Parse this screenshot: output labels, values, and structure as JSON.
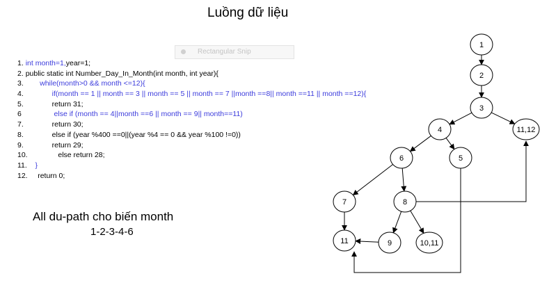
{
  "title": "Luồng dữ liệu",
  "snip_label": "Rectangular Snip",
  "code_lines": [
    {
      "num": "1.",
      "pre": " ",
      "kw": "int month=1,",
      "rest": "year=1;",
      "style": "mixed"
    },
    {
      "num": "2.",
      "pre": " ",
      "kw": "",
      "rest": "public static int Number_Day_In_Month(int month, int year){",
      "style": "plain"
    },
    {
      "num": "3.",
      "pre": "        ",
      "kw": "while(month>0 && month <=12){",
      "rest": "",
      "style": "mixed"
    },
    {
      "num": "4.",
      "pre": "              ",
      "kw": "if(month == 1 || month == 3 || month == 5 || month == 7 ||month ==8|| month ==11 || month ==12){",
      "rest": "",
      "style": "mixed"
    },
    {
      "num": "5.",
      "pre": "              ",
      "kw": "",
      "rest": "return 31;",
      "style": "plain"
    },
    {
      "num": "6",
      "pre": "                ",
      "kw": "else if (month == 4||month ==6 || month == 9|| month==11)",
      "rest": "",
      "style": "mixed"
    },
    {
      "num": "7.",
      "pre": "              ",
      "kw": "",
      "rest": "return 30;",
      "style": "plain"
    },
    {
      "num": "8.",
      "pre": "              ",
      "kw": "",
      "rest": "else if (year %400 ==0||(year %4 == 0 && year %100 !=0))",
      "style": "plain"
    },
    {
      "num": "9.",
      "pre": "              ",
      "kw": "",
      "rest": "return 29;",
      "style": "plain"
    },
    {
      "num": "10.",
      "pre": "               ",
      "kw": "",
      "rest": "else return 28;",
      "style": "plain"
    },
    {
      "num": "11.",
      "pre": "    ",
      "kw": "}",
      "rest": "",
      "style": "mixed"
    },
    {
      "num": "12.",
      "pre": "     ",
      "kw": "",
      "rest": "return 0;",
      "style": "plain"
    }
  ],
  "caption_line1": "All du-path cho biến month",
  "caption_line2": "1-2-3-4-6",
  "graph": {
    "nodes": [
      {
        "id": "n1",
        "label": "1"
      },
      {
        "id": "n2",
        "label": "2"
      },
      {
        "id": "n3",
        "label": "3"
      },
      {
        "id": "n4",
        "label": "4"
      },
      {
        "id": "n1112",
        "label": "11,12"
      },
      {
        "id": "n6",
        "label": "6"
      },
      {
        "id": "n5",
        "label": "5"
      },
      {
        "id": "n7",
        "label": "7"
      },
      {
        "id": "n8",
        "label": "8"
      },
      {
        "id": "n11",
        "label": "11"
      },
      {
        "id": "n9",
        "label": "9"
      },
      {
        "id": "n1011",
        "label": "10,11"
      }
    ],
    "edges": [
      {
        "from": "n1",
        "to": "n2"
      },
      {
        "from": "n2",
        "to": "n3"
      },
      {
        "from": "n3",
        "to": "n4"
      },
      {
        "from": "n3",
        "to": "n1112"
      },
      {
        "from": "n4",
        "to": "n6"
      },
      {
        "from": "n4",
        "to": "n5"
      },
      {
        "from": "n6",
        "to": "n7"
      },
      {
        "from": "n6",
        "to": "n8"
      },
      {
        "from": "n7",
        "to": "n11"
      },
      {
        "from": "n8",
        "to": "n9"
      },
      {
        "from": "n8",
        "to": "n1011"
      },
      {
        "from": "n9",
        "to": "n11"
      },
      {
        "from": "n8",
        "to": "n1112"
      },
      {
        "from": "n5",
        "to": "n11"
      }
    ]
  }
}
